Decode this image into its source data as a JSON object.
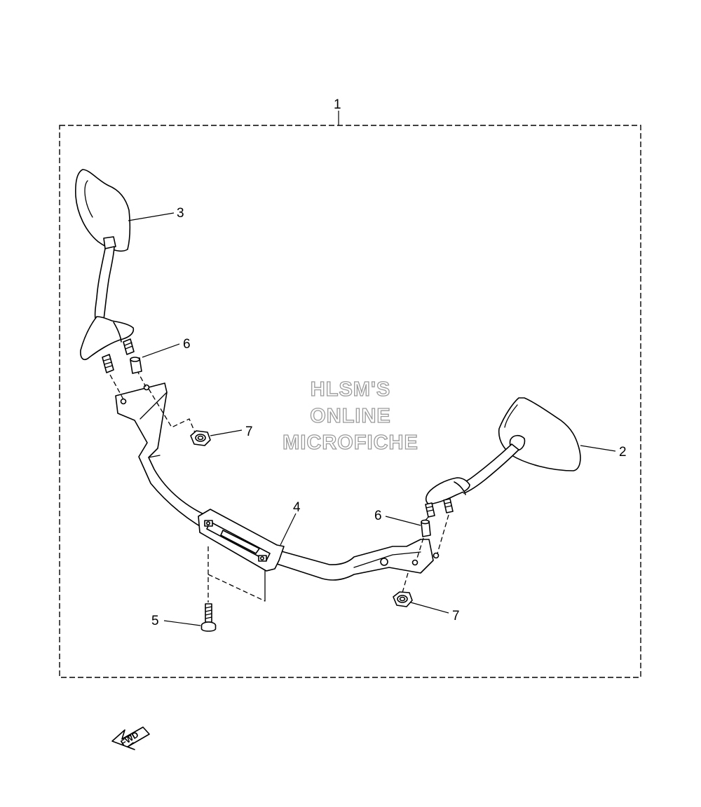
{
  "callouts": {
    "c1": "1",
    "c2": "2",
    "c3": "3",
    "c4": "4",
    "c5": "5",
    "c6_left": "6",
    "c6_right": "6",
    "c7_left": "7",
    "c7_right": "7"
  },
  "watermark": {
    "line1": "HLSM'S",
    "line2": "ONLINE",
    "line3": "MICROFICHE"
  },
  "fwd_label": "FWD",
  "colors": {
    "line": "#000000",
    "background": "#ffffff",
    "watermark_outline": "#9a9a9a"
  }
}
